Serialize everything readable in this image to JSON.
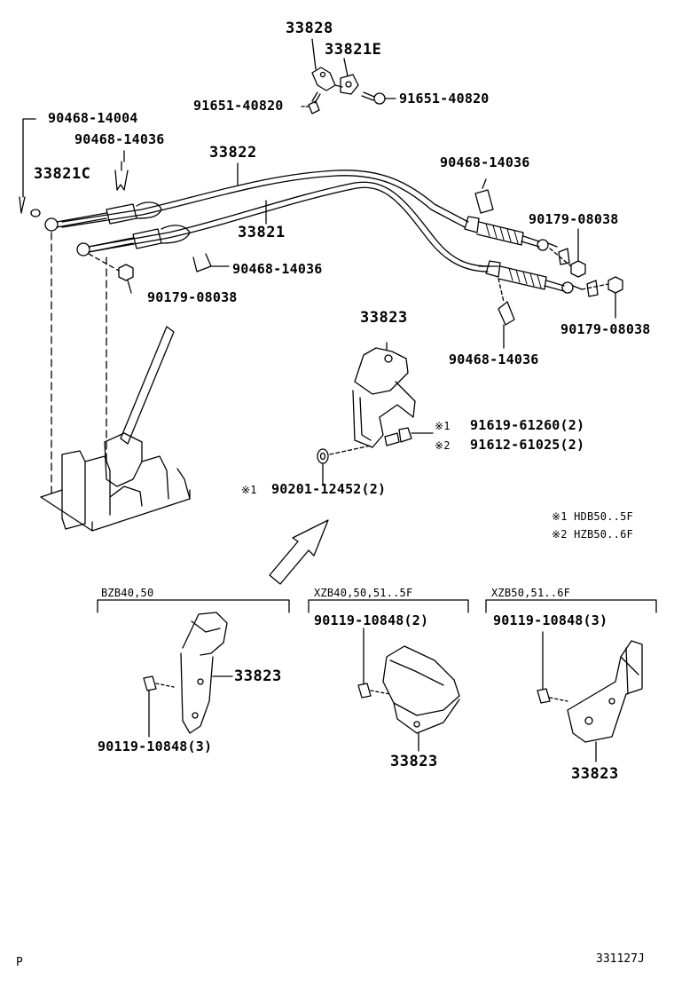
{
  "parts": {
    "p33828": "33828",
    "p33821E": "33821E",
    "p91651_left": "91651-40820",
    "p91651_right": "91651-40820",
    "p90468_14004": "90468-14004",
    "p90468_14036_a": "90468-14036",
    "p33821C": "33821C",
    "p33822": "33822",
    "p33821": "33821",
    "p90468_14036_b": "90468-14036",
    "p90179_left": "90179-08038",
    "p90468_14036_c": "90468-14036",
    "p90179_mid": "90179-08038",
    "p90179_right": "90179-08038",
    "p90468_14036_d": "90468-14036",
    "p33823_main": "33823",
    "p91619": "91619-61260(2)",
    "p91612": "91612-61025(2)",
    "p90201": "90201-12452(2)"
  },
  "marks": {
    "m1_a": "※1",
    "m2_a": "※2",
    "m1_b": "※1"
  },
  "legend": {
    "l1": "※1 HDB50..5F",
    "l2": "※2 HZB50..6F"
  },
  "variants": {
    "v1": {
      "title": "BZB40,50",
      "bolt": "90119-10848(3)",
      "bracket": "33823"
    },
    "v2": {
      "title": "XZB40,50,51..5F",
      "bolt": "90119-10848(2)",
      "bracket": "33823"
    },
    "v3": {
      "title": "XZB50,51..6F",
      "bolt": "90119-10848(3)",
      "bracket": "33823"
    }
  },
  "footer": {
    "left": "P",
    "right": "331127J"
  }
}
